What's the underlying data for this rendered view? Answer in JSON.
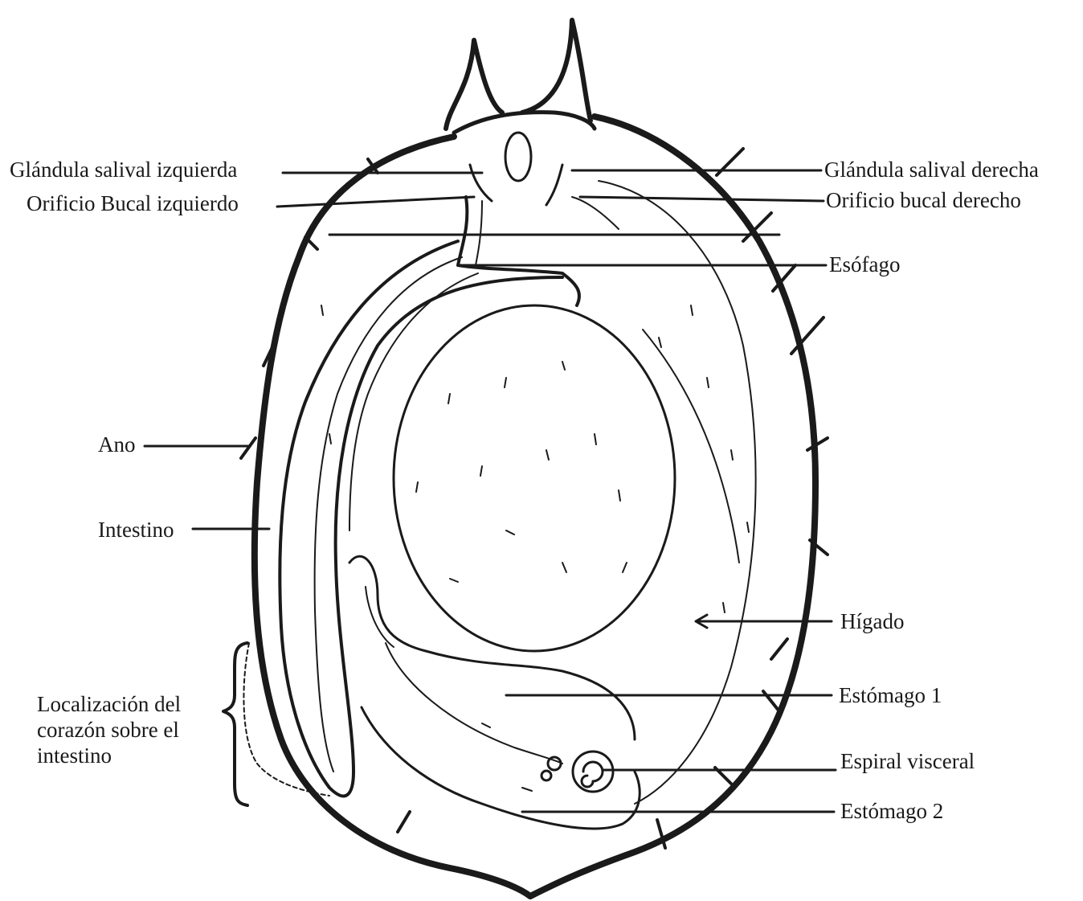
{
  "labels": {
    "glandula_izq": "Glándula salival izquierda",
    "orificio_izq": "Orificio Bucal izquierdo",
    "glandula_der": "Glándula salival derecha",
    "orificio_der": "Orificio bucal derecho",
    "esofago": "Esófago",
    "ano": "Ano",
    "intestino": "Intestino",
    "higado": "Hígado",
    "estomago1": "Estómago 1",
    "corazon": "Localización del\ncorazón sobre el\nintestino",
    "espiral": "Espiral visceral",
    "estomago2": "Estómago 2"
  },
  "colors": {
    "ink": "#1a1a1a",
    "paper": "#ffffff"
  }
}
